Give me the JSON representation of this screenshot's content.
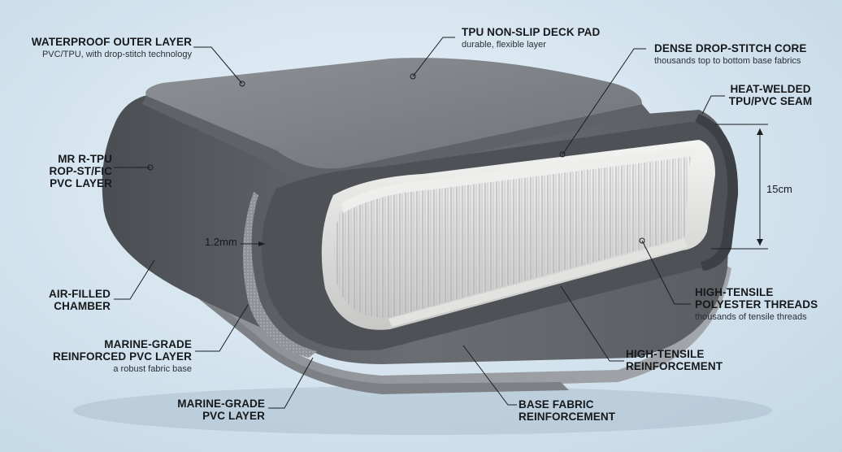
{
  "labels": {
    "waterproof": {
      "title": "WATERPROOF OUTER LAYER",
      "sub": "PVC/TPU, with drop-stitch technology"
    },
    "deck_pad": {
      "title": "TPU NON-SLIP DECK PAD",
      "sub": "durable, flexible layer"
    },
    "core": {
      "title": "DENSE DROP-STITCH CORE",
      "sub": "thousands top to bottom base fabrics"
    },
    "seam": {
      "line1": "HEAT-WELDED",
      "line2": "TPU/PVC SEAM"
    },
    "tpu_layer": {
      "line1": "MR R-TPU",
      "line2": "ROP-ST/FIC",
      "line3": "PVC LAYER"
    },
    "air_chamber": {
      "line1": "AIR-FILLED",
      "line2": "CHAMBER"
    },
    "marine_reinforced": {
      "line1": "MARINE-GRADE",
      "line2": "REINFORCED PVC LAYER",
      "sub": "a robust fabric base"
    },
    "marine_pvc": {
      "line1": "MARINE-GRADE",
      "line2": "PVC LAYER"
    },
    "threads": {
      "line1": "HIGH-TENSILE",
      "line2": "POLYESTER THREADS",
      "sub": "thousands of tensile threads"
    },
    "reinforcement": {
      "line1": "HIGH-TENSILE",
      "line2": "REINFORCEMENT"
    },
    "base_fabric": {
      "line1": "BASE FABRIC",
      "line2": "REINFORCEMENT"
    }
  },
  "dimensions": {
    "thickness": "1.2mm",
    "height": "15cm"
  }
}
